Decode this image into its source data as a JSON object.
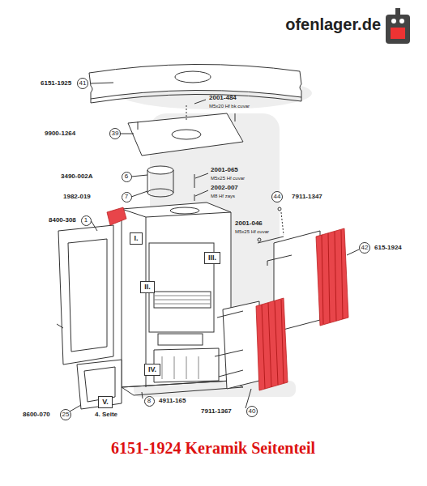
{
  "diagram": {
    "caption": "6151-1924 Keramik Seitenteil",
    "nodes": [
      {
        "text": [
          "41"
        ]
      },
      {
        "text": [
          "39"
        ]
      },
      {
        "text": [
          "6"
        ]
      },
      {
        "text": [
          "7"
        ]
      },
      {
        "text": [
          "1"
        ]
      },
      {
        "text": [
          "I."
        ]
      },
      {
        "text": [
          "44"
        ]
      },
      {
        "text": [
          "III."
        ]
      },
      {
        "text": [
          "42"
        ]
      },
      {
        "text": [
          "II."
        ]
      },
      {
        "text": [
          "IV."
        ]
      },
      {
        "text": [
          "8"
        ]
      },
      {
        "text": [
          "V."
        ]
      },
      {
        "text": [
          "40"
        ]
      },
      {
        "text": [
          "25"
        ]
      }
    ],
    "labels": [
      "ofenlager.de",
      "6151-1925",
      "2001-484",
      "M5x20 Hf bk cuvar",
      "9900-1264",
      "3490-002A",
      "2001-065",
      "M5x25 Hf cuvar",
      "1982-019",
      "2002-007",
      "M8 Hf zays",
      "8400-308",
      "7911-1347",
      "2001-046",
      "M5x25 Hf cuvar",
      "615-1924",
      "4911-165",
      "4. Seite",
      "8600-070",
      "7911-1367"
    ]
  }
}
